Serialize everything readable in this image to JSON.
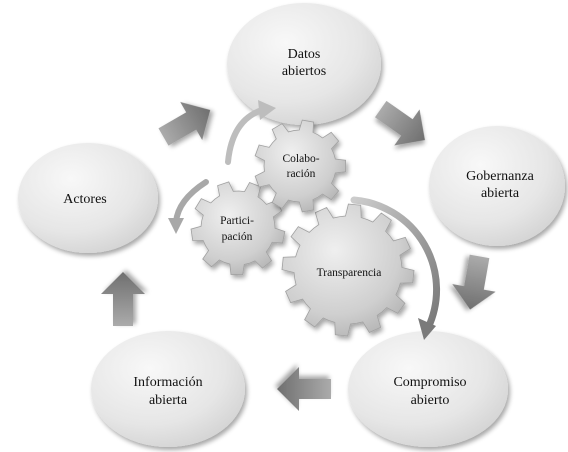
{
  "nodes": {
    "datos": {
      "line1": "Datos",
      "line2": "abiertos"
    },
    "gobernanza": {
      "line1": "Gobernanza",
      "line2": "abierta"
    },
    "compromiso": {
      "line1": "Compromiso",
      "line2": "abierto"
    },
    "informacion": {
      "line1": "Información",
      "line2": "abierta"
    },
    "actores": {
      "line1": "Actores"
    }
  },
  "gears": {
    "colaboracion": {
      "line1": "Colabo-",
      "line2": "ración"
    },
    "participacion": {
      "line1": "Partici-",
      "line2": "pación"
    },
    "transparencia": {
      "line1": "Transparencia"
    }
  },
  "colors": {
    "node_light": "#f7f7f7",
    "node_dark": "#d4d4d4",
    "gear_light": "#ececec",
    "gear_dark": "#b9b9b9",
    "arrow": "#8c8c8c"
  }
}
